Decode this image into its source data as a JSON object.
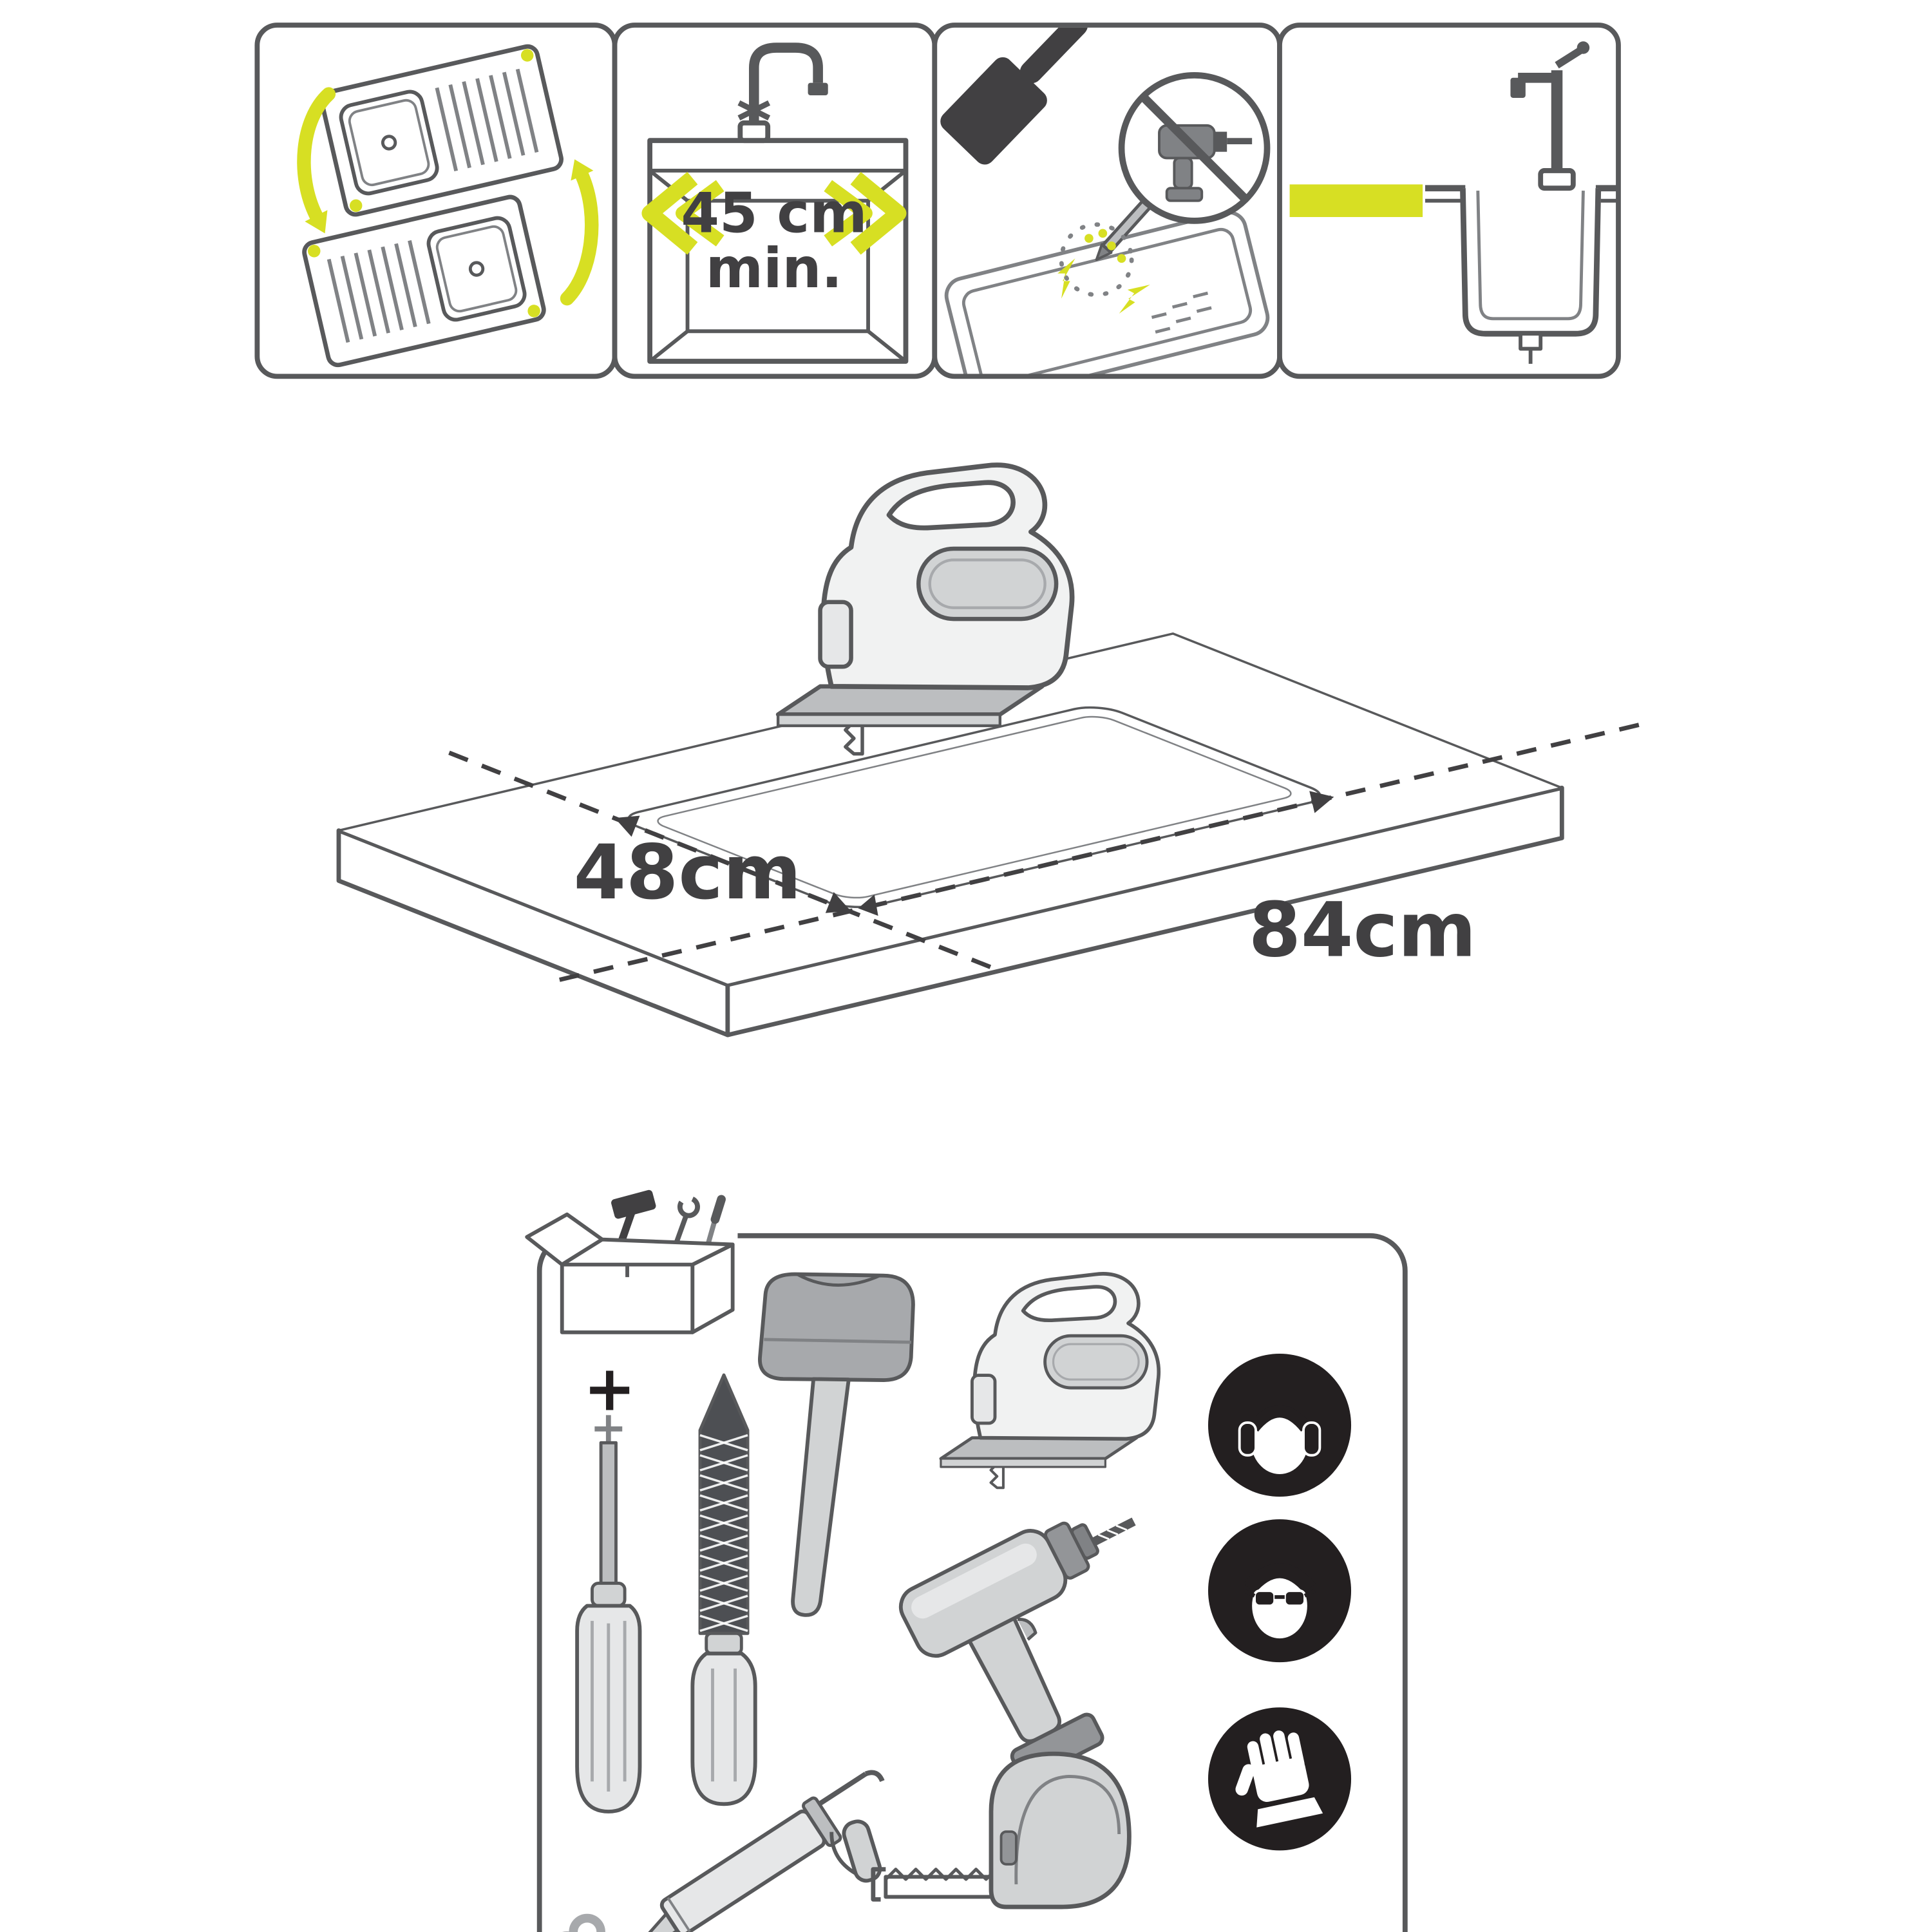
{
  "colors": {
    "accent": "#d7df23",
    "line": "#58595b",
    "line_dark": "#414042",
    "black": "#231f20",
    "fill_light": "#e6e7e8",
    "fill_mid": "#d1d3d4"
  },
  "steps": {
    "reversible": {
      "icon": "reversible-sink",
      "arrows": "flip-arrows"
    },
    "min_width": {
      "value": "45 cm",
      "unit": "min."
    },
    "mark_then_cut": {
      "icons": [
        "hammer-icon",
        "screwdriver-icon",
        "spark-icon",
        "no-drill-icon"
      ]
    },
    "drop_in": {
      "icons": [
        "sink-cross-section-icon",
        "counter-level-bar"
      ]
    }
  },
  "cutout": {
    "width_label": "48cm",
    "length_label": "84cm"
  },
  "tools": {
    "plus": "+",
    "list": [
      "toolbox",
      "phillips-screwdriver",
      "rasp",
      "hammer",
      "jigsaw",
      "drill",
      "caulk-gun",
      "tape-measure"
    ],
    "safety": [
      "ear-protection",
      "eye-protection",
      "protective-gloves"
    ]
  }
}
